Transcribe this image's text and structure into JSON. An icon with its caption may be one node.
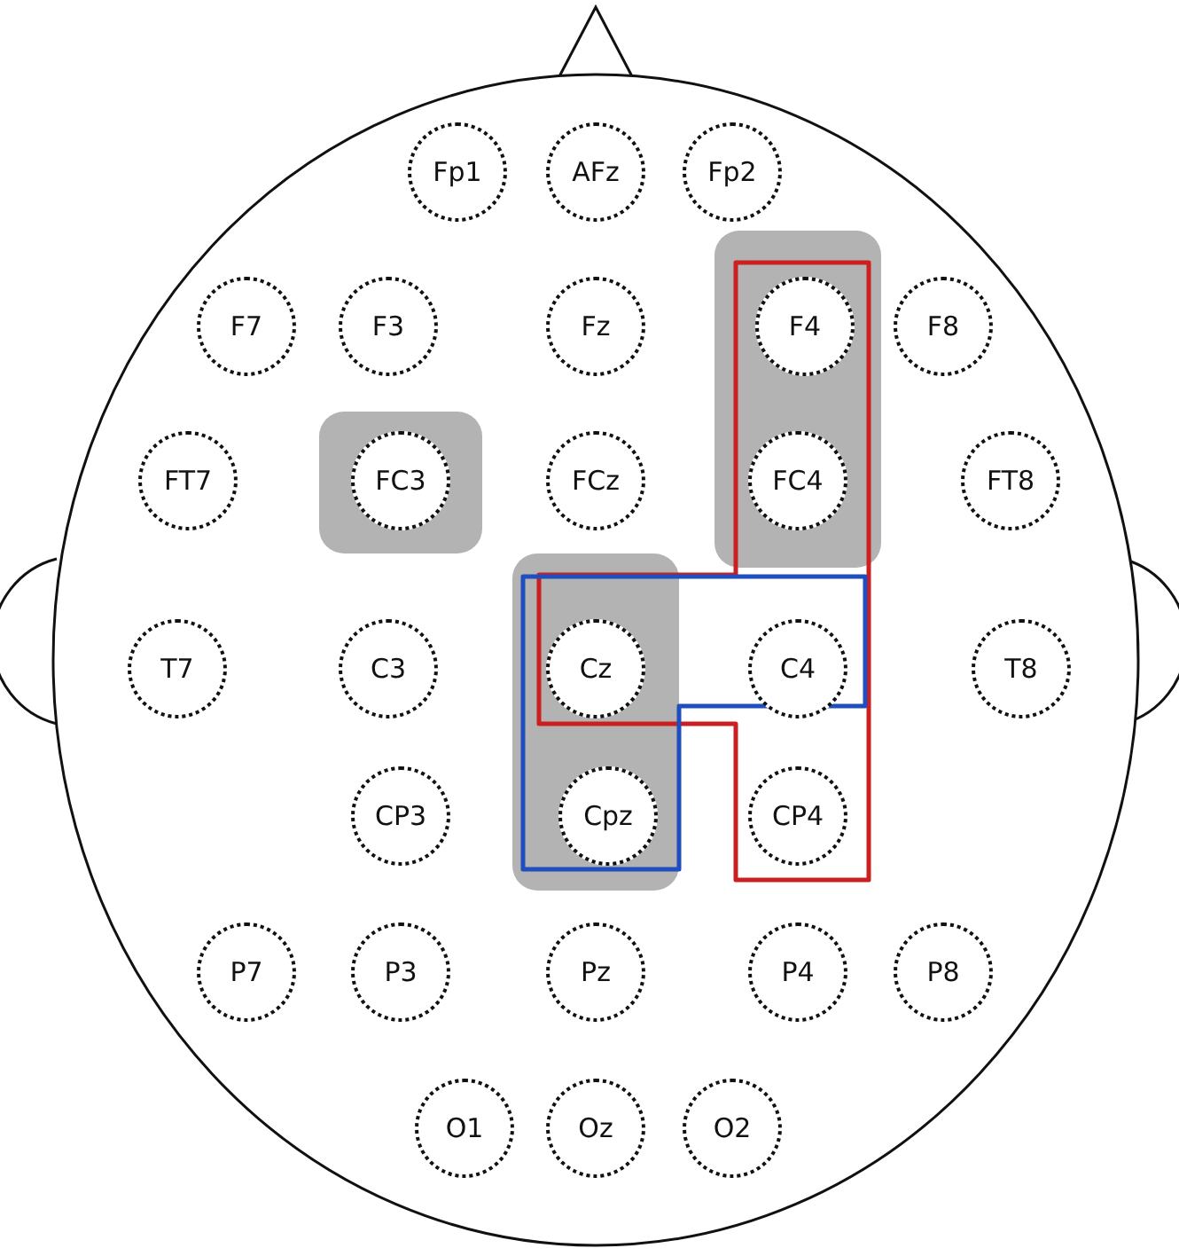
{
  "diagram": {
    "nodes": [
      {
        "text": [
          "Fp1"
        ]
      },
      {
        "text": [
          "AFz"
        ]
      },
      {
        "text": [
          "Fp2"
        ]
      },
      {
        "text": [
          "F7"
        ]
      },
      {
        "text": [
          "F3"
        ]
      },
      {
        "text": [
          "Fz"
        ]
      },
      {
        "text": [
          "F4"
        ]
      },
      {
        "text": [
          "F8"
        ]
      },
      {
        "text": [
          "FT7"
        ]
      },
      {
        "text": [
          "FC3"
        ]
      },
      {
        "text": [
          "FCz"
        ]
      },
      {
        "text": [
          "FC4"
        ]
      },
      {
        "text": [
          "FT8"
        ]
      },
      {
        "text": [
          "T7"
        ]
      },
      {
        "text": [
          "C3"
        ]
      },
      {
        "text": [
          "Cz"
        ]
      },
      {
        "text": [
          "C4"
        ]
      },
      {
        "text": [
          "T8"
        ]
      },
      {
        "text": [
          "CP3"
        ]
      },
      {
        "text": [
          "Cpz"
        ]
      },
      {
        "text": [
          "CP4"
        ]
      },
      {
        "text": [
          "P7"
        ]
      },
      {
        "text": [
          "P3"
        ]
      },
      {
        "text": [
          "Pz"
        ]
      },
      {
        "text": [
          "P4"
        ]
      },
      {
        "text": [
          "P8"
        ]
      },
      {
        "text": [
          "O1"
        ]
      },
      {
        "text": [
          "Oz"
        ]
      },
      {
        "text": [
          "O2"
        ]
      }
    ]
  }
}
